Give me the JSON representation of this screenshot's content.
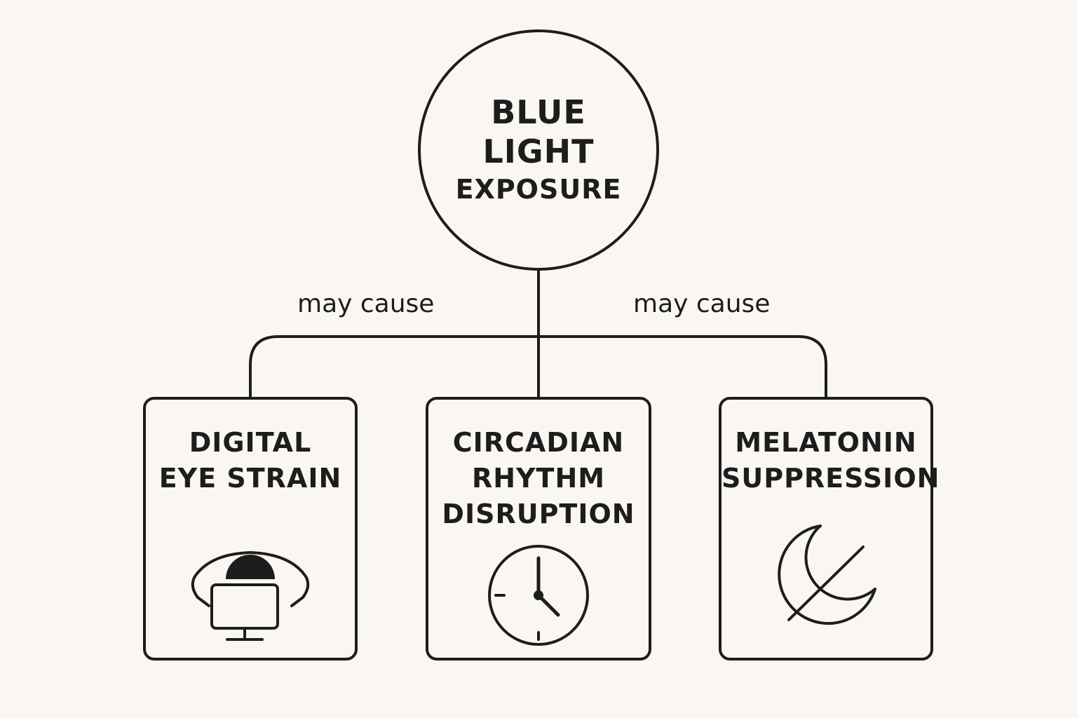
{
  "root": {
    "lines": [
      "BLUE",
      "LIGHT",
      "EXPOSURE"
    ]
  },
  "edges": {
    "left_label": "may cause",
    "right_label": "may cause"
  },
  "effects": [
    {
      "lines": [
        "DIGITAL",
        "EYE STRAIN"
      ],
      "icon": "eye-monitor-icon"
    },
    {
      "lines": [
        "CIRCADIAN",
        "RHYTHM",
        "DISRUPTION"
      ],
      "icon": "clock-icon"
    },
    {
      "lines": [
        "MELATONIN",
        "SUPPRESSION"
      ],
      "icon": "crossed-moon-icon"
    }
  ],
  "colors": {
    "stroke": "#1d1d1d",
    "background": "#faf7f2"
  }
}
